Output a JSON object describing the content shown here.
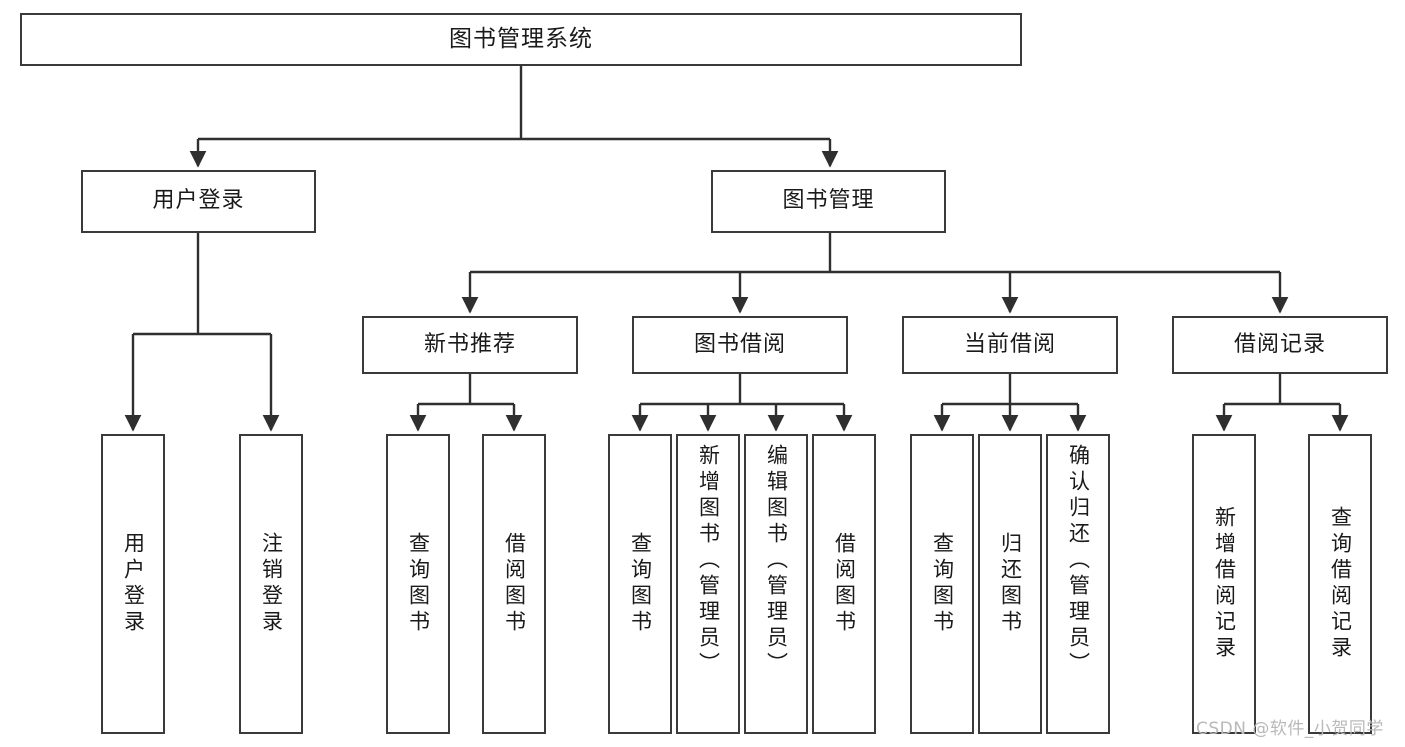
{
  "diagram": {
    "title": "图书管理系统",
    "type": "hierarchy-tree",
    "root": {
      "label": "图书管理系统"
    },
    "level2": [
      {
        "id": "user-login",
        "label": "用户登录"
      },
      {
        "id": "book-management",
        "label": "图书管理"
      }
    ],
    "level3": [
      {
        "id": "new-book-recommend",
        "label": "新书推荐",
        "parent": "book-management"
      },
      {
        "id": "book-borrow",
        "label": "图书借阅",
        "parent": "book-management"
      },
      {
        "id": "current-borrow",
        "label": "当前借阅",
        "parent": "book-management"
      },
      {
        "id": "borrow-record",
        "label": "借阅记录",
        "parent": "book-management"
      }
    ],
    "leaves": {
      "user_login": [
        {
          "id": "leaf-user-login",
          "label": "用户登录"
        },
        {
          "id": "leaf-logout",
          "label": "注销登录"
        }
      ],
      "new_book_recommend": [
        {
          "id": "leaf-query-book-1",
          "label": "查询图书"
        },
        {
          "id": "leaf-borrow-book-1",
          "label": "借阅图书"
        }
      ],
      "book_borrow": [
        {
          "id": "leaf-query-book-2",
          "label": "查询图书"
        },
        {
          "id": "leaf-add-book",
          "label": "新增图书（管理员）"
        },
        {
          "id": "leaf-edit-book",
          "label": "编辑图书（管理员）"
        },
        {
          "id": "leaf-borrow-book-2",
          "label": "借阅图书"
        }
      ],
      "current_borrow": [
        {
          "id": "leaf-query-book-3",
          "label": "查询图书"
        },
        {
          "id": "leaf-return-book",
          "label": "归还图书"
        },
        {
          "id": "leaf-confirm-return",
          "label": "确认归还（管理员）"
        }
      ],
      "borrow_record": [
        {
          "id": "leaf-add-record",
          "label": "新增借阅记录"
        },
        {
          "id": "leaf-query-record",
          "label": "查询借阅记录"
        }
      ]
    },
    "colors": {
      "border": "#3a3a3a",
      "background": "#ffffff",
      "text": "#1a1a1a",
      "edge": "#2f2f2f",
      "watermark": "#b9b9b9"
    }
  },
  "watermark": {
    "text": "CSDN @软件_小贺同学"
  }
}
